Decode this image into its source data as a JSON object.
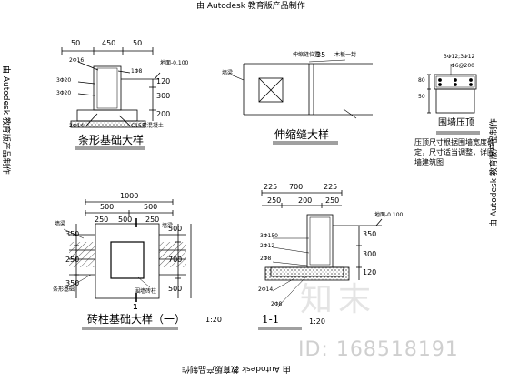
{
  "watermarks": {
    "top": "由 Autodesk 教育版产品制作",
    "right": "由 Autodesk 教育版产品制作",
    "left": "由 Autodesk 教育版产品制作",
    "bottom": "由 Autodesk 教育版产品制作",
    "site_logo": "知末",
    "site_id": "ID: 168518191"
  },
  "detail_strip_footing": {
    "title": "条形基础大样",
    "dims": [
      "50",
      "450",
      "50"
    ],
    "labels": [
      "2Φ16",
      "3Φ20",
      "3Φ20",
      "2Φ14",
      "C15素混凝土",
      "1Φ8",
      "地面-0.100",
      "120",
      "300",
      "200"
    ]
  },
  "detail_expansion_joint": {
    "title": "伸缩缝大样",
    "labels": [
      "伸缩缝位置",
      "35",
      "木板一封",
      "墙梁"
    ]
  },
  "detail_wall_coping": {
    "title": "围墙压顶",
    "labels": [
      "3Φ12;3Φ12",
      "Φ6@200",
      "80",
      "50"
    ],
    "note": "压顶尺寸根据围墙宽度确定，尺寸适当调整，详围墙建筑图"
  },
  "detail_column_footing": {
    "title": "砖柱基础大样（一）",
    "scale": "1:20",
    "dims_top": [
      "1000",
      "500",
      "500",
      "250",
      "500",
      "250"
    ],
    "dims_left": [
      "350",
      "250",
      "350"
    ],
    "dims_right": [
      "500",
      "700",
      "500"
    ],
    "labels": [
      "墙梁",
      "墙梁",
      "条形基础",
      "围墙砖柱"
    ],
    "section_mark": "1"
  },
  "detail_section_1_1": {
    "title": "1-1",
    "scale": "1:20",
    "dims_top": [
      "225",
      "700",
      "225",
      "250",
      "200",
      "250"
    ],
    "labels": [
      "3Φ150",
      "2Φ12",
      "2Φ8",
      "2Φ14",
      "2Φ8",
      "地面-0.100",
      "350",
      "300",
      "120"
    ]
  }
}
